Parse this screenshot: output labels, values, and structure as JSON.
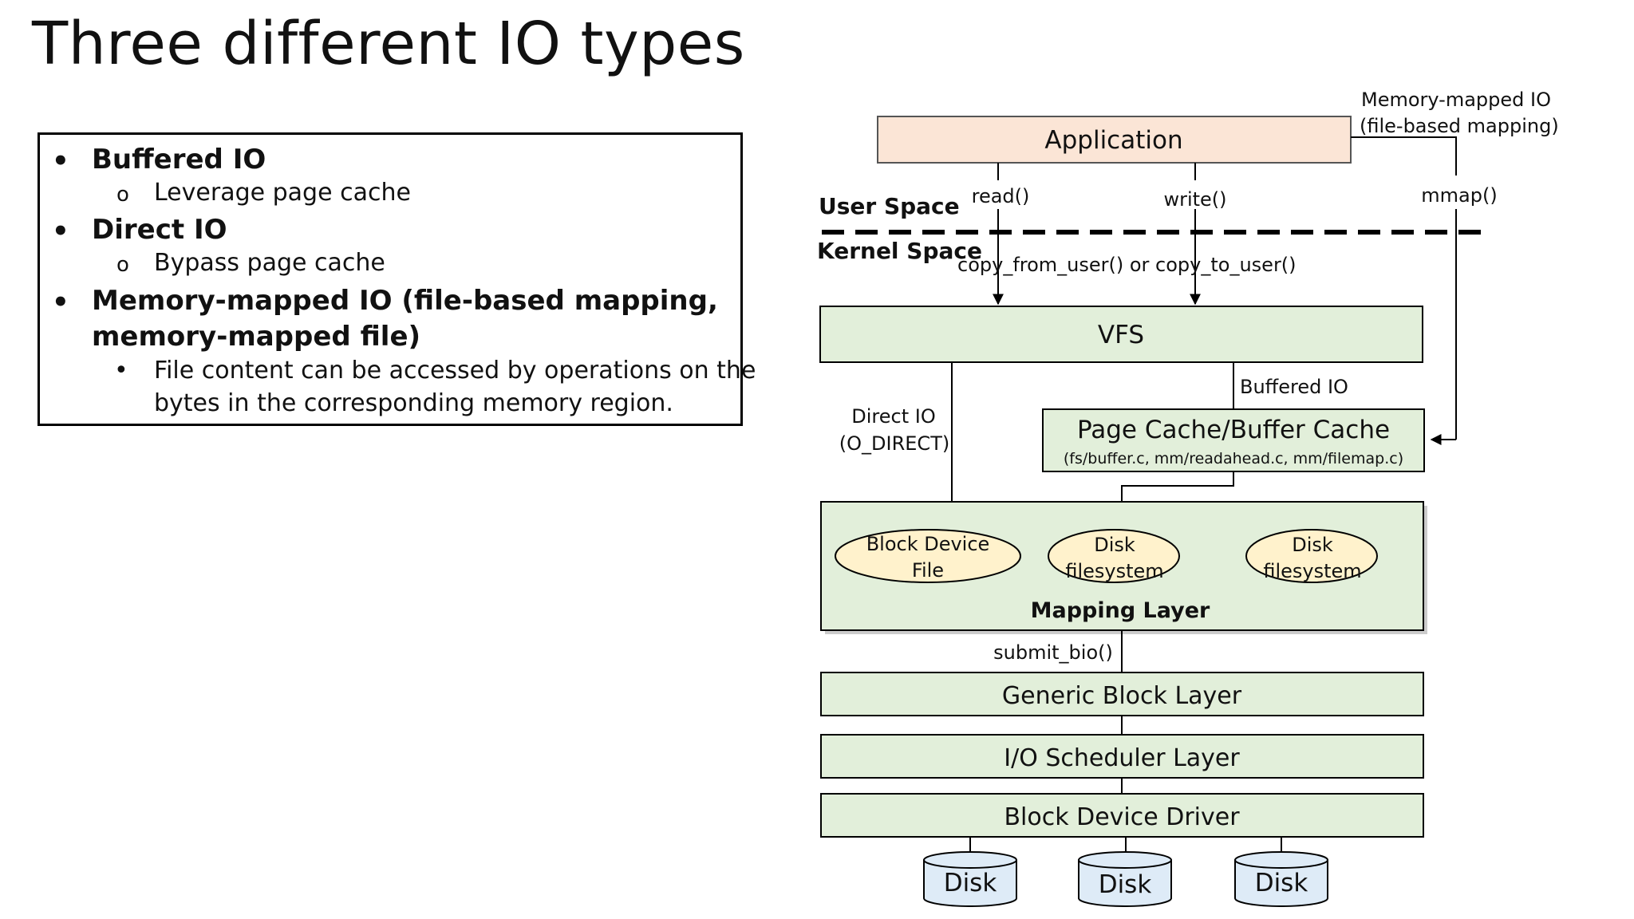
{
  "slide": {
    "title": "Three different IO types"
  },
  "bullets": {
    "buffered_io": "Buffered IO",
    "buffered_io_sub": "Leverage page cache",
    "direct_io": "Direct IO",
    "direct_io_sub": "Bypass page cache",
    "mmap_io_line1": "Memory-mapped IO (file-based mapping,",
    "mmap_io_line2": "memory-mapped file)",
    "mmap_io_sub_line1": "File content can be accessed by operations on the",
    "mmap_io_sub_line2": "bytes in the corresponding memory region.",
    "bullet_char": "•",
    "sub_bullet_char": "o"
  },
  "diagram": {
    "application": "Application",
    "mmap_note_line1": "Memory-mapped IO",
    "mmap_note_line2": "(file-based mapping)",
    "read_call": "read()",
    "write_call": "write()",
    "mmap_call": "mmap()",
    "user_space": "User Space",
    "kernel_space": "Kernel Space",
    "copy_calls": "copy_from_user() or copy_to_user()",
    "vfs": "VFS",
    "buffered_io": "Buffered IO",
    "direct_io_line1": "Direct IO",
    "direct_io_line2": "(O_DIRECT)",
    "page_cache_title": "Page Cache/Buffer Cache",
    "page_cache_files": "(fs/buffer.c, mm/readahead.c, mm/filemap.c)",
    "block_device_file_line1": "Block Device",
    "block_device_file_line2": "File",
    "disk_fs1_line1": "Disk",
    "disk_fs1_line2": "filesystem",
    "disk_fs2_line1": "Disk",
    "disk_fs2_line2": "filesystem",
    "mapping_layer": "Mapping Layer",
    "submit_bio": "submit_bio()",
    "generic_block_layer": "Generic Block Layer",
    "io_scheduler_layer": "I/O Scheduler Layer",
    "block_device_driver": "Block Device Driver",
    "disk1": "Disk",
    "disk2": "Disk",
    "disk3": "Disk"
  },
  "colors": {
    "application_fill": "#FBE5D6",
    "layer_fill": "#E2EFDA",
    "ellipse_fill": "#FFF2CC",
    "disk_fill": "#DEEBF7",
    "line": "#000000"
  }
}
